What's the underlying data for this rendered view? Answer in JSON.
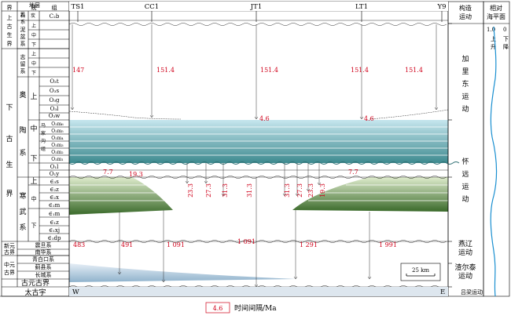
{
  "header": {
    "strat_title": "地层",
    "col_jie": "界",
    "col_xi": "系",
    "col_tong": "统",
    "col_zu": "组",
    "tectonic_title_1": "构造",
    "tectonic_title_2": "运动",
    "sea_title_1": "相对",
    "sea_title_2": "海平面"
  },
  "wells": [
    "TS1",
    "CC1",
    "JT1",
    "LT1",
    "Y9"
  ],
  "direction": {
    "west": "W",
    "east": "E"
  },
  "scale_label": "25 km",
  "legend": {
    "value": "4.6",
    "text": "时间间隔/Ma"
  },
  "sea_level": {
    "left_value": "1.0",
    "right_value": "0",
    "rise": "上\n升",
    "fall": "下\n降",
    "rise_chars": [
      "上",
      "升"
    ],
    "fall_chars": [
      "下",
      "降"
    ]
  },
  "strat": {
    "eras": [
      "上\n古\n生\n界",
      "下\n古\n生\n界",
      "新元\n古界",
      "中元\n古界"
    ],
    "era_chars": {
      "upper_paleo": [
        "上",
        "古",
        "生",
        "界"
      ],
      "lower_paleo": [
        "下",
        "古",
        "生",
        "界"
      ],
      "neo": [
        "新元",
        "古界"
      ],
      "meso": [
        "中元",
        "古界"
      ]
    },
    "systems": {
      "carb": [
        "石",
        "炭",
        "系"
      ],
      "devon": [
        "泥",
        "盆",
        "系"
      ],
      "silur": [
        "志",
        "留",
        "系"
      ],
      "ordov": [
        "奥",
        "陶",
        "系"
      ],
      "camb": [
        "寒",
        "武",
        "系"
      ]
    },
    "carb_series": "C₂b",
    "devon_series": [
      "上",
      "中",
      "下"
    ],
    "silur_series": [
      "上",
      "中",
      "下"
    ],
    "ord_upper": "上",
    "ord_middle": "中",
    "ord_lower": "下",
    "ord_majiagou": [
      "马",
      "家",
      "沟",
      "组"
    ],
    "ord_upper_units": [
      "O₃t",
      "O₃s",
      "O₃g",
      "O₃l",
      "O₃w"
    ],
    "ord_middle_units": [
      "O₂m₆",
      "O₂m₅",
      "O₂m₄",
      "O₂m₃",
      "O₂m₂",
      "O₂m₁"
    ],
    "ord_lower_units": [
      "O₁l",
      "O₁y"
    ],
    "camb_upper": "上",
    "camb_middle": "中",
    "camb_lower": "下",
    "camb_upper_units": [
      "∈₃s"
    ],
    "camb_middle_units": [
      "∈₂z",
      "∈₂x",
      "∈₂m"
    ],
    "camb_lower_units": [
      "∈₁m",
      "∈₁z",
      "∈₁xj",
      "∈₁dp"
    ],
    "neo_units": [
      "震旦系",
      "南华系",
      "青白口系"
    ],
    "meso_units": [
      "蓟县系",
      "长城系"
    ],
    "paleo": "古元古界",
    "archean": "太古宇"
  },
  "tectonics": {
    "caledonian": [
      "加",
      "里",
      "东",
      "运",
      "动"
    ],
    "huaiyuan": [
      "怀",
      "远",
      "运",
      "动"
    ],
    "yanliao": [
      "燕辽",
      "运动"
    ],
    "zhaertai": [
      "渣尔泰",
      "运动"
    ],
    "lvliang": "吕梁运动"
  },
  "gaps": {
    "silurian_gap": [
      "147",
      "151.4",
      "151.4",
      "151.4",
      "151.4"
    ],
    "majiagou_top": [
      "4.6",
      "4.6"
    ],
    "cambrian_ord": [
      "7.7",
      "19.3",
      "23.3",
      "27.3",
      "31.3",
      "31.3",
      "31.3",
      "27.3",
      "23.3",
      "19.3",
      "7.7"
    ],
    "precambrian": [
      "483",
      "491",
      "1 091",
      "1 091",
      "1 291",
      "1 991"
    ]
  }
}
